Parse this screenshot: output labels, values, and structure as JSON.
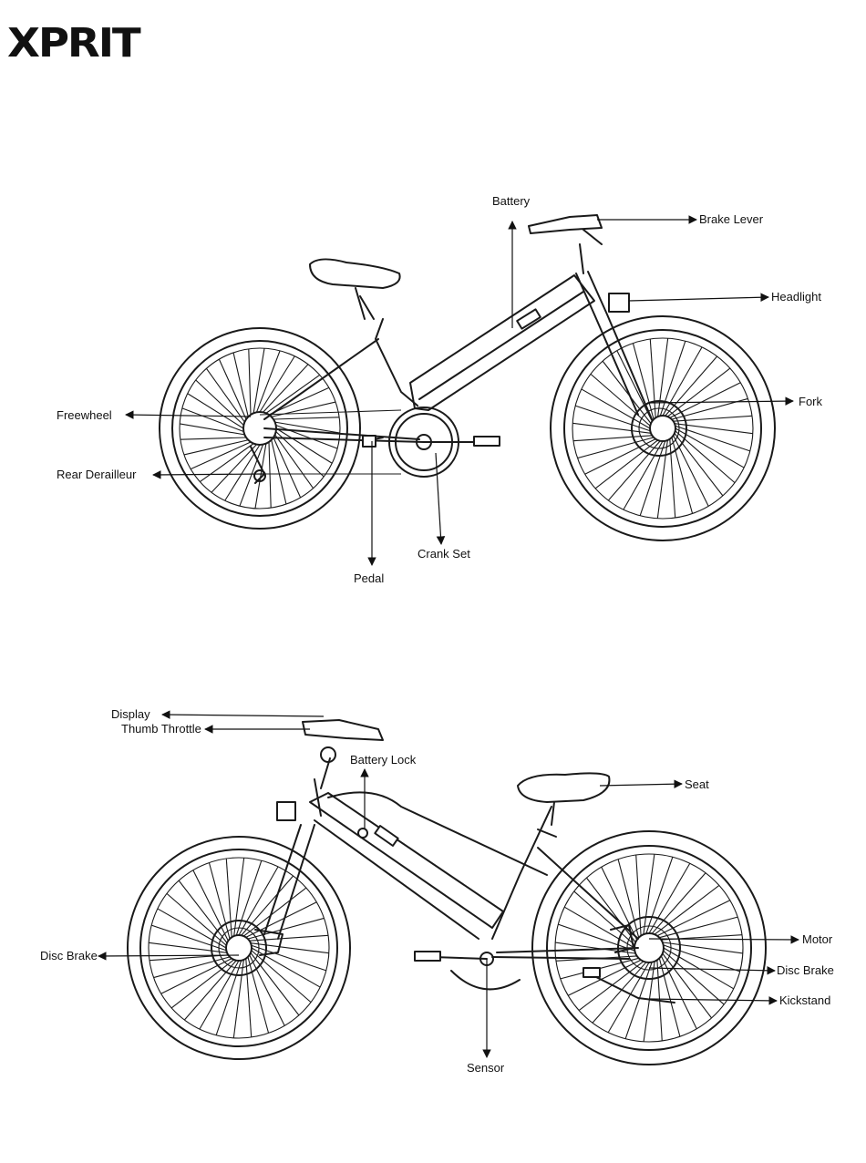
{
  "brand": {
    "logo_text": "XPRIT"
  },
  "side_view_right": {
    "labels": {
      "battery": "Battery",
      "brake_lever": "Brake Lever",
      "headlight": "Headlight",
      "fork": "Fork",
      "freewheel": "Freewheel",
      "rear_derailleur": "Rear Derailleur",
      "crank_set": "Crank Set",
      "pedal": "Pedal"
    }
  },
  "side_view_left": {
    "labels": {
      "display": "Display",
      "thumb_throttle": "Thumb Throttle",
      "battery_lock": "Battery Lock",
      "seat": "Seat",
      "disc_brake_front": "Disc Brake",
      "motor": "Motor",
      "disc_brake_rear": "Disc Brake",
      "kickstand": "Kickstand",
      "sensor": "Sensor"
    }
  }
}
